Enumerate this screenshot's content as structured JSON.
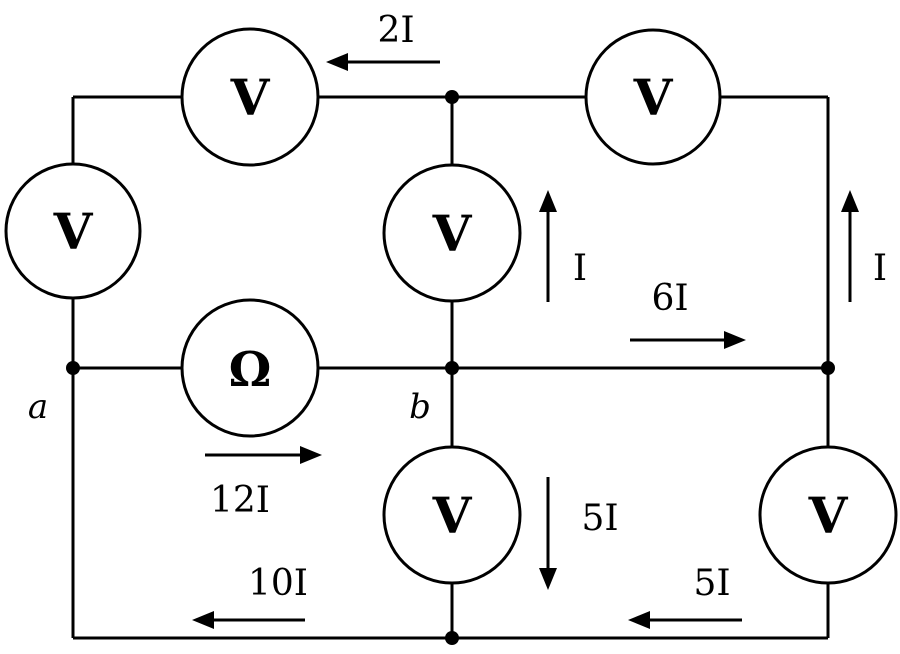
{
  "meters": {
    "top_left": "V",
    "top_right": "V",
    "left": "V",
    "middle_upper": "V",
    "ohmmeter": "Ω",
    "middle_lower": "V",
    "right_lower": "V"
  },
  "currents": {
    "top": "2I",
    "middle_vertical": "I",
    "right_vertical": "I",
    "middle_horizontal": "6I",
    "ohmmeter_branch": "12I",
    "middle_lower": "5I",
    "bottom_left": "10I",
    "bottom_right": "5I"
  },
  "nodes": {
    "a": "a",
    "b": "b"
  }
}
